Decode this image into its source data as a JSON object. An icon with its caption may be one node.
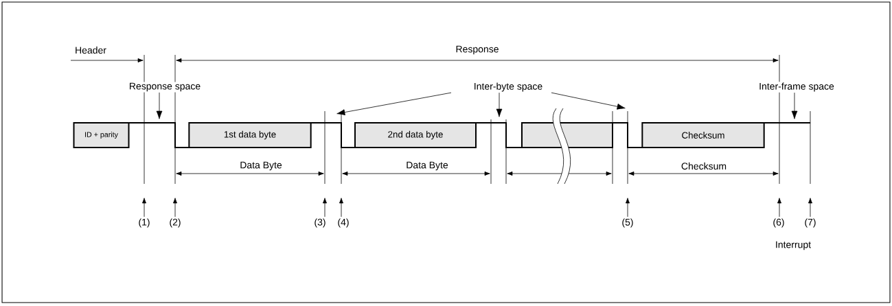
{
  "diagram": {
    "nodes": [
      {
        "text": [
          "ID + parity"
        ]
      },
      {
        "text": [
          "1st data byte"
        ]
      },
      {
        "text": [
          "2nd data byte"
        ]
      },
      {
        "text": [],
        "shape": "box"
      },
      {
        "text": [
          "Checksum"
        ]
      },
      {
        "text": [
          "Response space"
        ]
      },
      {
        "text": [
          "Inter-byte space"
        ]
      },
      {
        "text": [
          "Inter-frame space"
        ]
      }
    ],
    "edges": [
      {
        "from": 5,
        "to": null,
        "arrow": "to"
      },
      {
        "from": 6,
        "to": null,
        "arrow": "to"
      },
      {
        "from": 6,
        "to": null,
        "arrow": "to"
      },
      {
        "from": 6,
        "to": null,
        "arrow": "to"
      },
      {
        "from": 7,
        "to": null,
        "arrow": "to"
      },
      {
        "from": 0,
        "to": 1,
        "arrow": "none"
      },
      {
        "from": 1,
        "to": 2,
        "arrow": "none"
      },
      {
        "from": 2,
        "to": 3,
        "arrow": "none"
      },
      {
        "from": 3,
        "to": 4,
        "arrow": "none"
      },
      {
        "from": 4,
        "to": null,
        "arrow": "none"
      }
    ],
    "labels": [
      "Header",
      "Response",
      "Data Byte",
      "Data Byte",
      "Checksum",
      "(1)",
      "(2)",
      "(3)",
      "(4)",
      "(5)",
      "(6)",
      "(7)",
      "Interrupt"
    ]
  }
}
